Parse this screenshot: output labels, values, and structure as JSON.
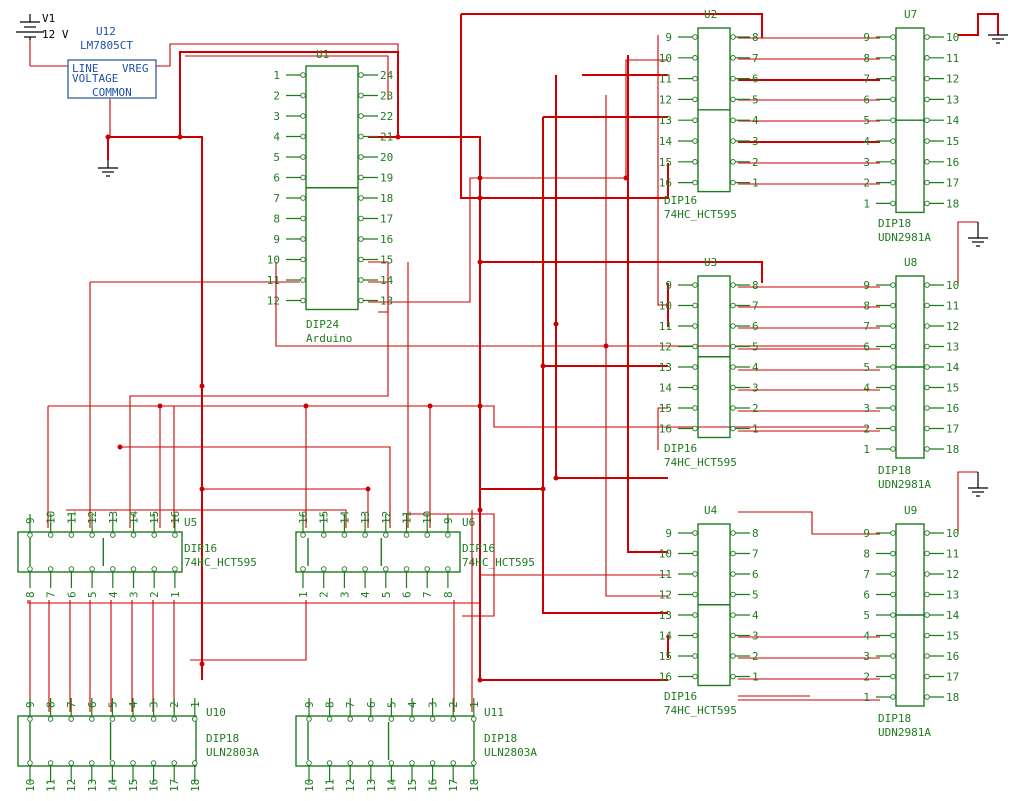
{
  "battery": {
    "designator": "V1",
    "value": "12 V"
  },
  "regulator": {
    "designator": "U12",
    "part": "LM7805CT",
    "pin_line": "LINE",
    "pin_vreg": "VREG",
    "pin_voltage": "VOLTAGE",
    "pin_common": "COMMON"
  },
  "chips": [
    {
      "id": "U1",
      "package": "DIP24",
      "part": "Arduino",
      "left_pins": [
        "1",
        "2",
        "3",
        "4",
        "5",
        "6",
        "7",
        "8",
        "9",
        "10",
        "11",
        "12"
      ],
      "right_pins": [
        "24",
        "23",
        "22",
        "21",
        "20",
        "19",
        "18",
        "17",
        "16",
        "15",
        "14",
        "13"
      ]
    },
    {
      "id": "U2",
      "package": "DIP16",
      "part": "74HC_HCT595",
      "left_pins": [
        "9",
        "10",
        "11",
        "12",
        "13",
        "14",
        "15",
        "16"
      ],
      "right_pins": [
        "8",
        "7",
        "6",
        "5",
        "4",
        "3",
        "2",
        "1"
      ]
    },
    {
      "id": "U3",
      "package": "DIP16",
      "part": "74HC_HCT595",
      "left_pins": [
        "9",
        "10",
        "11",
        "12",
        "13",
        "14",
        "15",
        "16"
      ],
      "right_pins": [
        "8",
        "7",
        "6",
        "5",
        "4",
        "3",
        "2",
        "1"
      ]
    },
    {
      "id": "U4",
      "package": "DIP16",
      "part": "74HC_HCT595",
      "left_pins": [
        "9",
        "10",
        "11",
        "12",
        "13",
        "14",
        "15",
        "16"
      ],
      "right_pins": [
        "8",
        "7",
        "6",
        "5",
        "4",
        "3",
        "2",
        "1"
      ]
    },
    {
      "id": "U7",
      "package": "DIP18",
      "part": "UDN2981A",
      "left_pins": [
        "9",
        "8",
        "7",
        "6",
        "5",
        "4",
        "3",
        "2",
        "1"
      ],
      "right_pins": [
        "10",
        "11",
        "12",
        "13",
        "14",
        "15",
        "16",
        "17",
        "18"
      ]
    },
    {
      "id": "U8",
      "package": "DIP18",
      "part": "UDN2981A",
      "left_pins": [
        "9",
        "8",
        "7",
        "6",
        "5",
        "4",
        "3",
        "2",
        "1"
      ],
      "right_pins": [
        "10",
        "11",
        "12",
        "13",
        "14",
        "15",
        "16",
        "17",
        "18"
      ]
    },
    {
      "id": "U9",
      "package": "DIP18",
      "part": "UDN2981A",
      "left_pins": [
        "9",
        "8",
        "7",
        "6",
        "5",
        "4",
        "3",
        "2",
        "1"
      ],
      "right_pins": [
        "10",
        "11",
        "12",
        "13",
        "14",
        "15",
        "16",
        "17",
        "18"
      ]
    },
    {
      "id": "U5",
      "package": "DIP16",
      "part": "74HC_HCT595",
      "top_pins": [
        "9",
        "10",
        "11",
        "12",
        "13",
        "14",
        "15",
        "16"
      ],
      "bottom_pins": [
        "8",
        "7",
        "6",
        "5",
        "4",
        "3",
        "2",
        "1"
      ]
    },
    {
      "id": "U6",
      "package": "DIP16",
      "part": "74HC_HCT595",
      "top_pins": [
        "16",
        "15",
        "14",
        "13",
        "12",
        "11",
        "10",
        "9"
      ],
      "bottom_pins": [
        "1",
        "2",
        "3",
        "4",
        "5",
        "6",
        "7",
        "8"
      ]
    },
    {
      "id": "U10",
      "package": "DIP18",
      "part": "ULN2803A",
      "top_pins": [
        "9",
        "8",
        "7",
        "6",
        "5",
        "4",
        "3",
        "2",
        "1"
      ],
      "bottom_pins": [
        "10",
        "11",
        "12",
        "13",
        "14",
        "15",
        "16",
        "17",
        "18"
      ]
    },
    {
      "id": "U11",
      "package": "DIP18",
      "part": "ULN2803A",
      "top_pins": [
        "9",
        "8",
        "7",
        "6",
        "5",
        "4",
        "3",
        "2",
        "1"
      ],
      "bottom_pins": [
        "10",
        "11",
        "12",
        "13",
        "14",
        "15",
        "16",
        "17",
        "18"
      ]
    }
  ],
  "colors": {
    "component": "#1f7a1f",
    "wire": "#cc0000",
    "regulator": "#1f4fa8",
    "background": "#ffffff"
  }
}
